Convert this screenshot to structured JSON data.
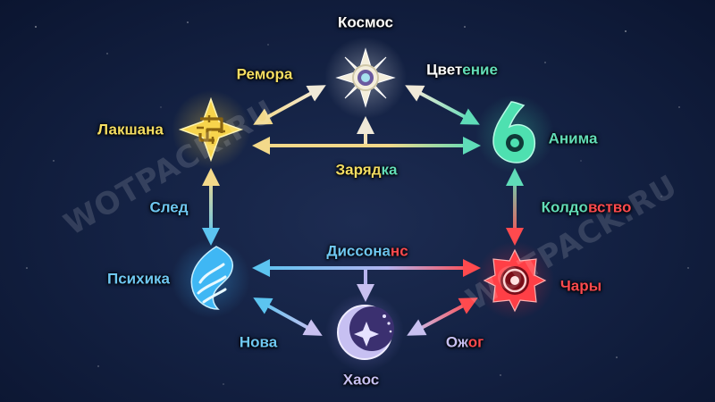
{
  "nodes": {
    "kosmos": "Космос",
    "laksana": "Лакшана",
    "anima": "Анима",
    "psihika": "Психика",
    "chary": "Чары",
    "haos": "Хаос"
  },
  "links": {
    "remora": "Ремора",
    "tsvetenie_a": "Цвет",
    "tsvetenie_b": "ение",
    "zaryadka_a": "Заряд",
    "zaryadka_b": "ка",
    "sled": "След",
    "koldovstvo_a": "Колдо",
    "koldovstvo_b": "вство",
    "dissonans_a": "Диссона",
    "dissonans_b": "нс",
    "nova": "Нова",
    "ozhog_a": "Ож",
    "ozhog_b": "ог"
  },
  "watermark": "WOTPACK.RU",
  "colors": {
    "background": "#142244",
    "white": "#ffffff",
    "yellow": "#f5de62",
    "green": "#62ddb8",
    "blue": "#6fc8f3",
    "red": "#ff4a4e",
    "purple": "#c7c0f2"
  },
  "icons": {
    "kosmos": "star-compass-icon",
    "laksana": "golden-knot-icon",
    "anima": "green-leaf-swirl-icon",
    "psihika": "blue-flame-icon",
    "chary": "red-target-icon",
    "haos": "purple-crescent-star-icon"
  }
}
